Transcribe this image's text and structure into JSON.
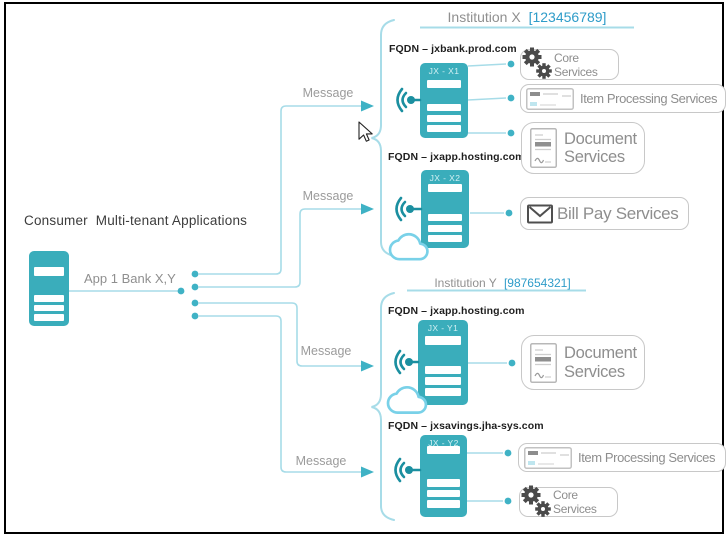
{
  "source": {
    "title": "Consumer  Multi-tenant Applications",
    "app_label": "App 1 Bank X,Y"
  },
  "messages": [
    "Message",
    "Message",
    "Message",
    "Message"
  ],
  "institutions": [
    {
      "name": "Institution X",
      "number": "[123456789]",
      "servers": [
        {
          "fqdn": "FQDN – jxbank.prod.com",
          "label": "JX - X1",
          "cloud": false
        },
        {
          "fqdn": "FQDN – jxapp.hosting.com",
          "label": "JX - X2",
          "cloud": true
        }
      ],
      "services": [
        {
          "label": "Core Services",
          "icon": "gears-icon"
        },
        {
          "label": "Item Processing Services",
          "icon": "check-icon"
        },
        {
          "label": "Document Services",
          "icon": "document-icon"
        },
        {
          "label": "Bill Pay Services",
          "icon": "envelope-icon"
        }
      ]
    },
    {
      "name": "Institution Y",
      "number": "[987654321]",
      "servers": [
        {
          "fqdn": "FQDN – jxapp.hosting.com",
          "label": "JX - Y1",
          "cloud": true
        },
        {
          "fqdn": "FQDN – jxsavings.jha-sys.com",
          "label": "JX - Y2",
          "cloud": false
        }
      ],
      "services": [
        {
          "label": "Document Services",
          "icon": "document-icon"
        },
        {
          "label": "Item Processing Services",
          "icon": "check-icon"
        },
        {
          "label": "Core Services",
          "icon": "gears-icon"
        }
      ]
    }
  ],
  "colors": {
    "server_teal": "#3AADBB",
    "signal_teal": "#1B8FA0",
    "connector_light": "#A7DCE8",
    "arrow_teal": "#3FB2C5",
    "institution_number_blue": "#2E9CC9",
    "institution_name_gray": "#909090",
    "service_text_gray": "#8E8E8E",
    "fqdn_text": "#1E1E1E",
    "box_border": "#C8C8C8",
    "cloud_stroke": "#79D1E8"
  }
}
